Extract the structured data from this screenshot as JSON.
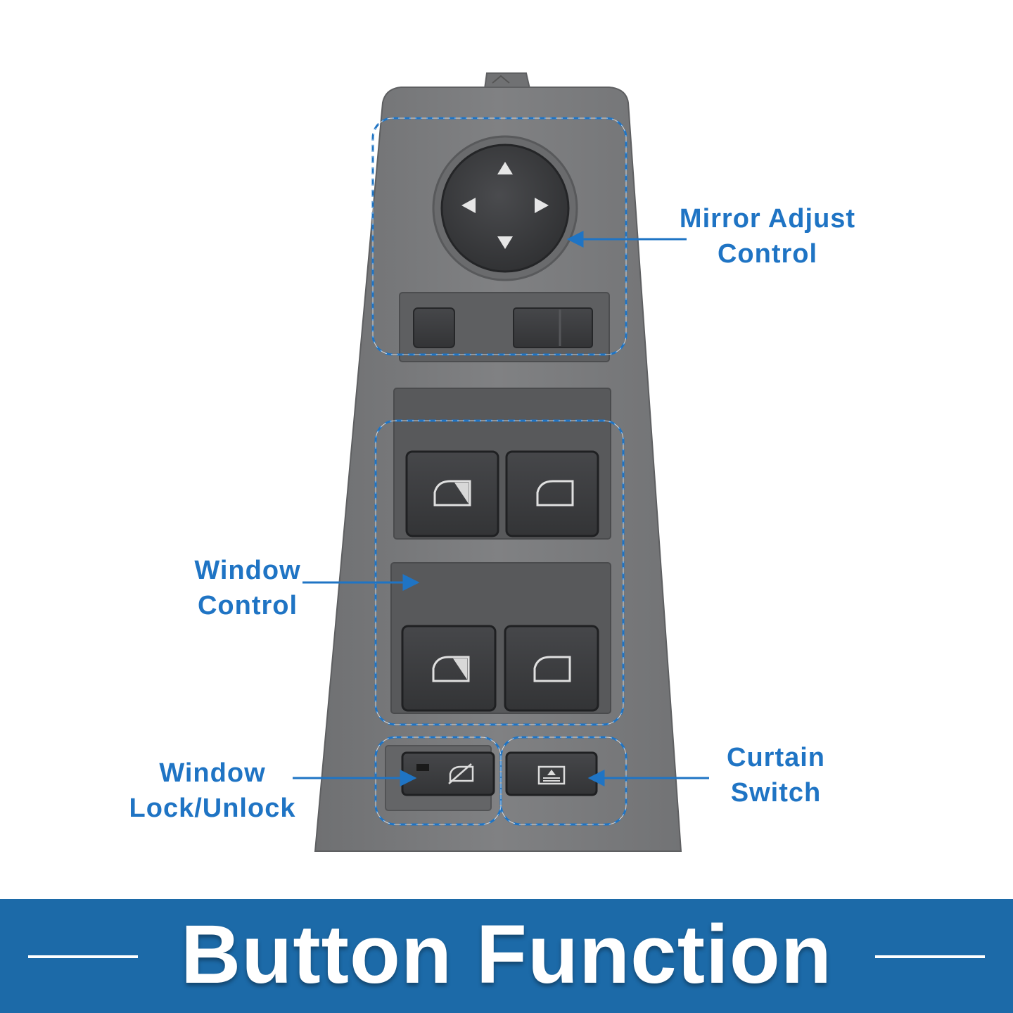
{
  "labels": {
    "mirror_adjust": [
      "Mirror Adjust",
      "Control"
    ],
    "window_control": [
      "Window",
      "Control"
    ],
    "window_lock": [
      "Window",
      "Lock/Unlock"
    ],
    "curtain_switch": [
      "Curtain",
      "Switch"
    ]
  },
  "banner": {
    "title": "Button Function"
  },
  "colors": {
    "accent": "#1f74c4",
    "banner": "#1c6aa8",
    "panel": "#7b7c7e",
    "button": "#3b3c3f"
  },
  "icons": [
    "mirror-joystick-icon",
    "arrow-up-icon",
    "arrow-down-icon",
    "arrow-left-icon",
    "arrow-right-icon",
    "window-icon",
    "window-lock-icon",
    "curtain-icon"
  ]
}
